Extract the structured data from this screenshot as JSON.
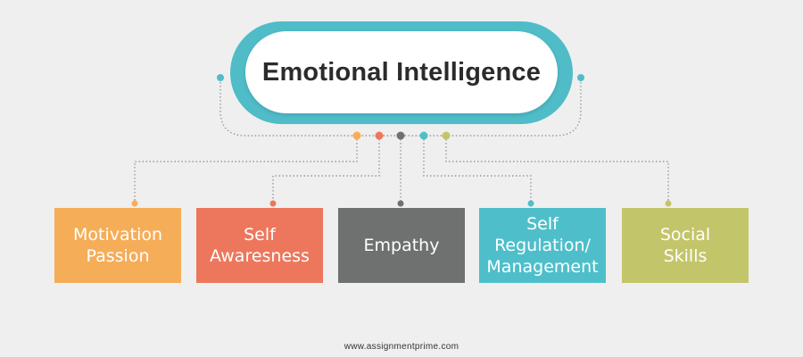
{
  "title": "Emotional Intelligence",
  "colors": {
    "background": "#efefef",
    "teal": "#4fbcc8",
    "orange": "#f6ad58",
    "coral": "#ed775c",
    "gray": "#6f7170",
    "cyan": "#4ebfca",
    "olive": "#c3c56a",
    "connector": "#9a9a9a"
  },
  "components": [
    {
      "label": "Motivation\nPassion",
      "color": "#f6ad58"
    },
    {
      "label": "Self\nAwaresness",
      "color": "#ed775c"
    },
    {
      "label": "Empathy",
      "color": "#6f7170"
    },
    {
      "label": "Self\nRegulation/\nManagement",
      "color": "#4ebfca"
    },
    {
      "label": "Social\nSkills",
      "color": "#c3c56a"
    }
  ],
  "footer": "www.assignmentprime.com"
}
